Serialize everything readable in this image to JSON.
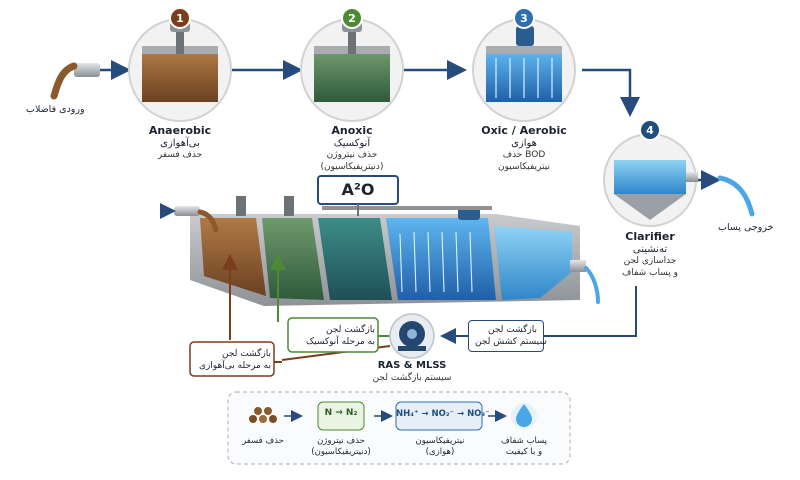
{
  "stages": [
    {
      "number": "1",
      "name_en": "Anaerobic",
      "name_fa": "بی‌آهوازی",
      "desc1": "حذف فسفر",
      "desc2": "",
      "color": "#7a3d1d"
    },
    {
      "number": "2",
      "name_en": "Anoxic",
      "name_fa": "آنوکسیک",
      "desc1": "حذف نیتروژن",
      "desc2": "(دنیتریفیکاسیون)",
      "color": "#4e8a35"
    },
    {
      "number": "3",
      "name_en": "Oxic / Aerobic",
      "name_fa": "هوازی",
      "desc1": "حذف BOD",
      "desc2": "نیتریفیکاسیون",
      "color": "#2f6fae"
    },
    {
      "number": "4",
      "name_en": "Clarifier",
      "name_fa": "ته‌نشینی",
      "desc1": "جداسازی لجن",
      "desc2": "و پساب شفاف",
      "color": "#1f4e7a"
    }
  ],
  "inlet_label": "ورودی فاضلاب",
  "outlet_label": "خروجی پساب",
  "reactor_sign": "A²O",
  "return_anoxic": {
    "line1": "بازگشت لجن",
    "line2": "به مرحله آنوکسیک"
  },
  "return_anaerobic": {
    "line1": "بازگشت لجن",
    "line2": "به مرحله بی‌آهوازی"
  },
  "sludge_collect": {
    "line1": "بازگشت لجن",
    "line2": "سیستم کشش لجن"
  },
  "ras": {
    "title": "RAS & MLSS",
    "subtitle": "سیستم بازگشت لجن"
  },
  "legend": [
    {
      "icon": "phosphorus-granules-icon",
      "formula": "",
      "line1": "حذف فسفر",
      "line2": ""
    },
    {
      "icon": "nitrogen-icon",
      "formula": "N → N₂",
      "line1": "حذف نیتروژن",
      "line2": "(دنیتریفیکاسیون)"
    },
    {
      "icon": "nitrification-icon",
      "formula": "NH₄⁺ → NO₂⁻ → NO₃⁻",
      "line1": "نیتریفیکاسیون",
      "line2": "(هوازی)"
    },
    {
      "icon": "water-drop-icon",
      "formula": "",
      "line1": "پساب شفاف",
      "line2": "و با کیفیت"
    }
  ],
  "colors": {
    "arrow": "#274b7a",
    "brown": "#7a3d1d",
    "green": "#4e8a35",
    "aerobic": "#3a8fd6",
    "concrete": "#b9bcc0"
  }
}
